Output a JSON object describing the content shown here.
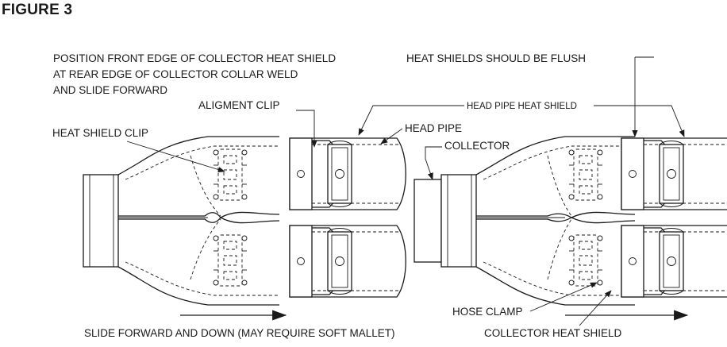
{
  "figure": {
    "title": "FIGURE 3"
  },
  "labels": {
    "position_line1": "POSITION  FRONT EDGE OF COLLECTOR HEAT SHIELD",
    "position_line2": "AT REAR EDGE OF COLLECTOR  COLLAR WELD",
    "position_line3": "AND SLIDE FORWARD",
    "aligment_clip": "ALIGMENT  CLIP",
    "heat_shield_clip": "HEAT SHIELD CLIP",
    "head_pipe_heat_shield": "HEAD PIPE HEAT SHIELD",
    "head_pipe": "HEAD PIPE",
    "collector": "COLLECTOR",
    "heat_shields_flush": "HEAT  SHIELDS  SHOULD  BE FLUSH",
    "hose_clamp": "HOSE CLAMP",
    "collector_heat_shield": "COLLECTOR HEAT SHIELD",
    "slide_forward": "SLIDE FORWARD AND DOWN  (MAY REQUIRE SOFT MALLET)"
  }
}
